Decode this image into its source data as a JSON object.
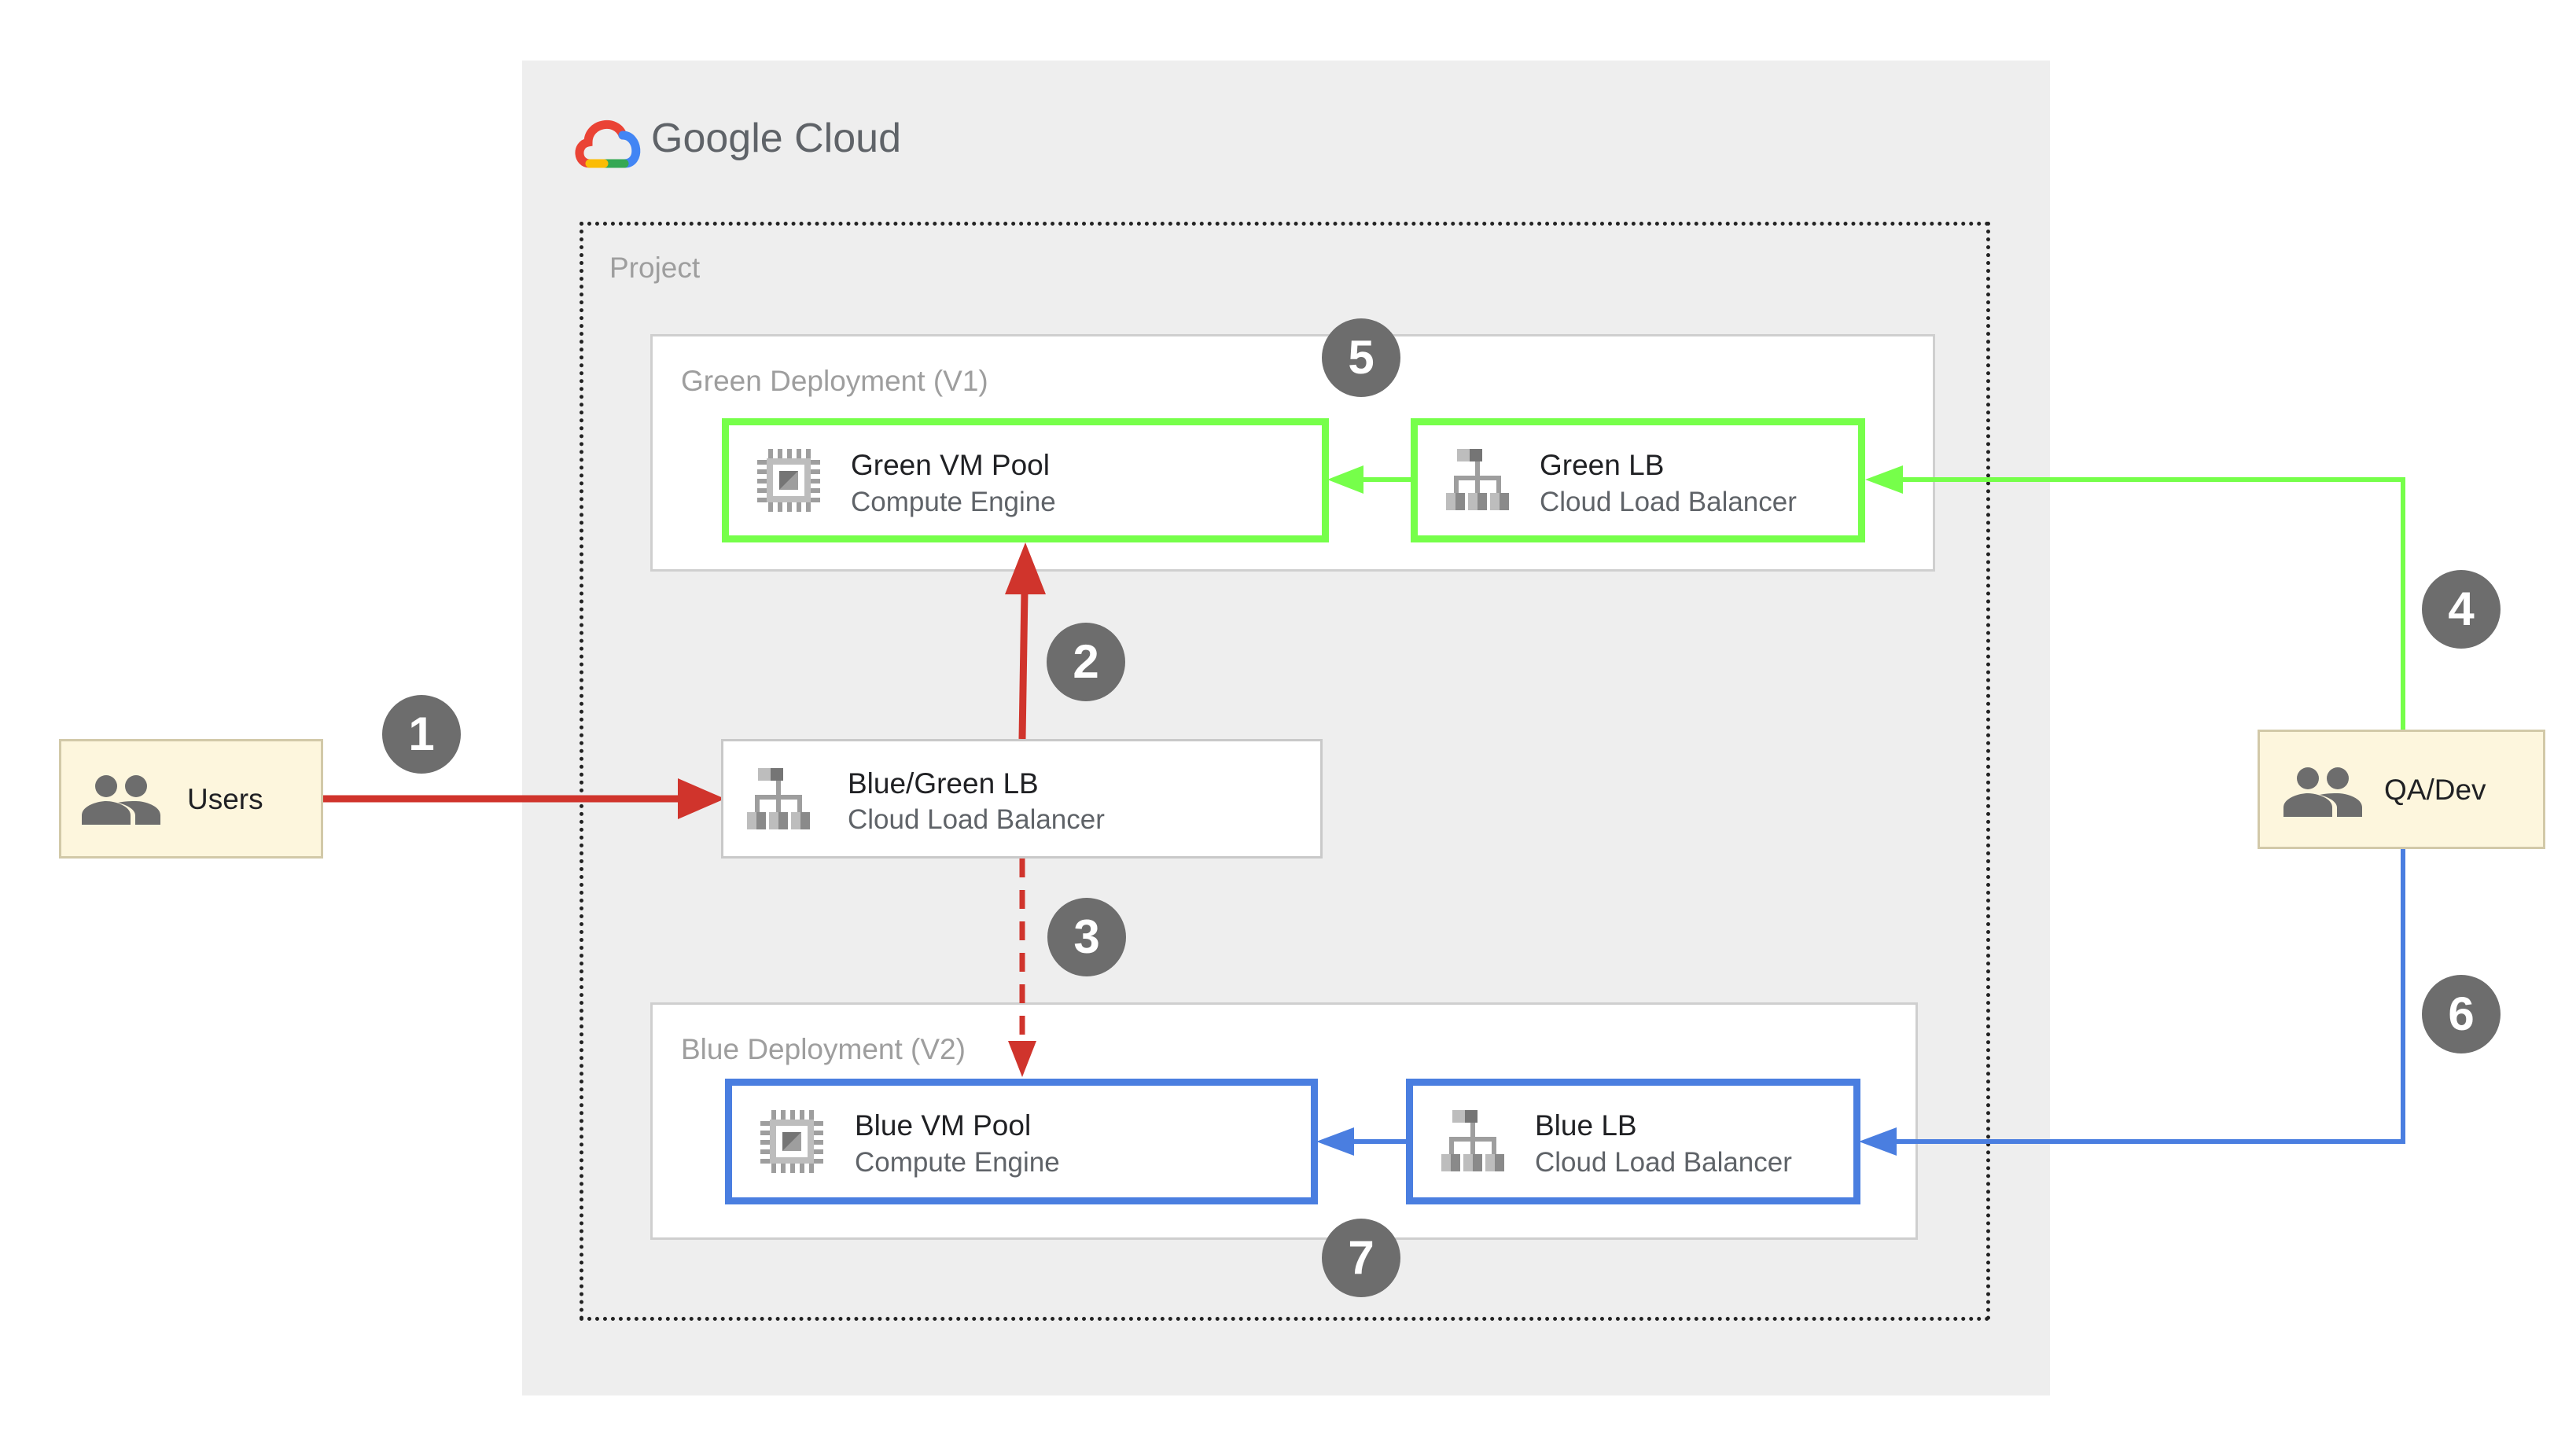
{
  "brand": {
    "name": "Google Cloud"
  },
  "project": {
    "label": "Project"
  },
  "green_deployment": {
    "label": "Green Deployment (V1)",
    "vm_pool": {
      "title": "Green VM Pool",
      "subtitle": "Compute Engine"
    },
    "lb": {
      "title": "Green LB",
      "subtitle": "Cloud Load Balancer"
    }
  },
  "blue_deployment": {
    "label": "Blue Deployment (V2)",
    "vm_pool": {
      "title": "Blue VM Pool",
      "subtitle": "Compute Engine"
    },
    "lb": {
      "title": "Blue LB",
      "subtitle": "Cloud Load Balancer"
    }
  },
  "blue_green_lb": {
    "title": "Blue/Green LB",
    "subtitle": "Cloud Load Balancer"
  },
  "actors": {
    "users": {
      "label": "Users"
    },
    "qa_dev": {
      "label": "QA/Dev"
    }
  },
  "steps": [
    "1",
    "2",
    "3",
    "4",
    "5",
    "6",
    "7"
  ],
  "colors": {
    "user_traffic": "#d0342c",
    "green": "#76ff4a",
    "blue": "#4a7ee0",
    "badge": "#6d6d6d",
    "actor_fill": "#fdf6dd",
    "panel": "#eeeeee"
  },
  "icons": {
    "users": "people-icon",
    "qa_dev": "people-icon",
    "vm_pool": "chip-icon",
    "lb": "load-balancer-icon",
    "brand": "google-cloud-logo"
  }
}
